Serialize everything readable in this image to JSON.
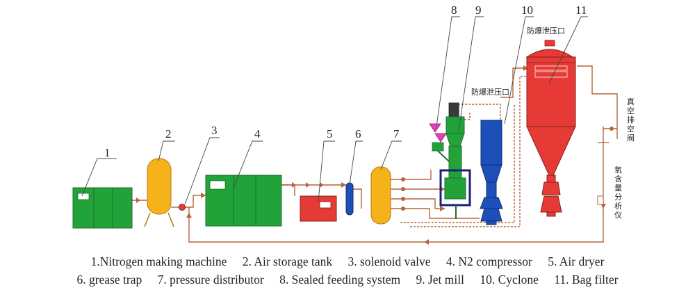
{
  "numbers": {
    "n1": "1",
    "n2": "2",
    "n3": "3",
    "n4": "4",
    "n5": "5",
    "n6": "6",
    "n7": "7",
    "n8": "8",
    "n9": "9",
    "n10": "10",
    "n11": "11"
  },
  "chinese_labels": {
    "vent_top": "防爆泄压口",
    "vent_mid": "防爆泄压口",
    "vacuum_valve": "真空排空阀",
    "oxygen_analyzer": "氧含量分析仪"
  },
  "legend": {
    "row1": [
      "1.Nitrogen making machine",
      "2. Air storage tank",
      "3. solenoid valve",
      "4. N2 compressor",
      "5. Air dryer"
    ],
    "row2": [
      "6. grease trap",
      "7. pressure distributor",
      "8. Sealed feeding system",
      "9. Jet mill",
      "10. Cyclone",
      "11. Bag filter"
    ]
  },
  "colors": {
    "green": "#22a33a",
    "yellow": "#f5b21a",
    "red": "#e53a36",
    "blue": "#1d4fb8",
    "navy": "#1a1f7a",
    "magenta": "#e040b8",
    "pipe": "#b5653a"
  }
}
